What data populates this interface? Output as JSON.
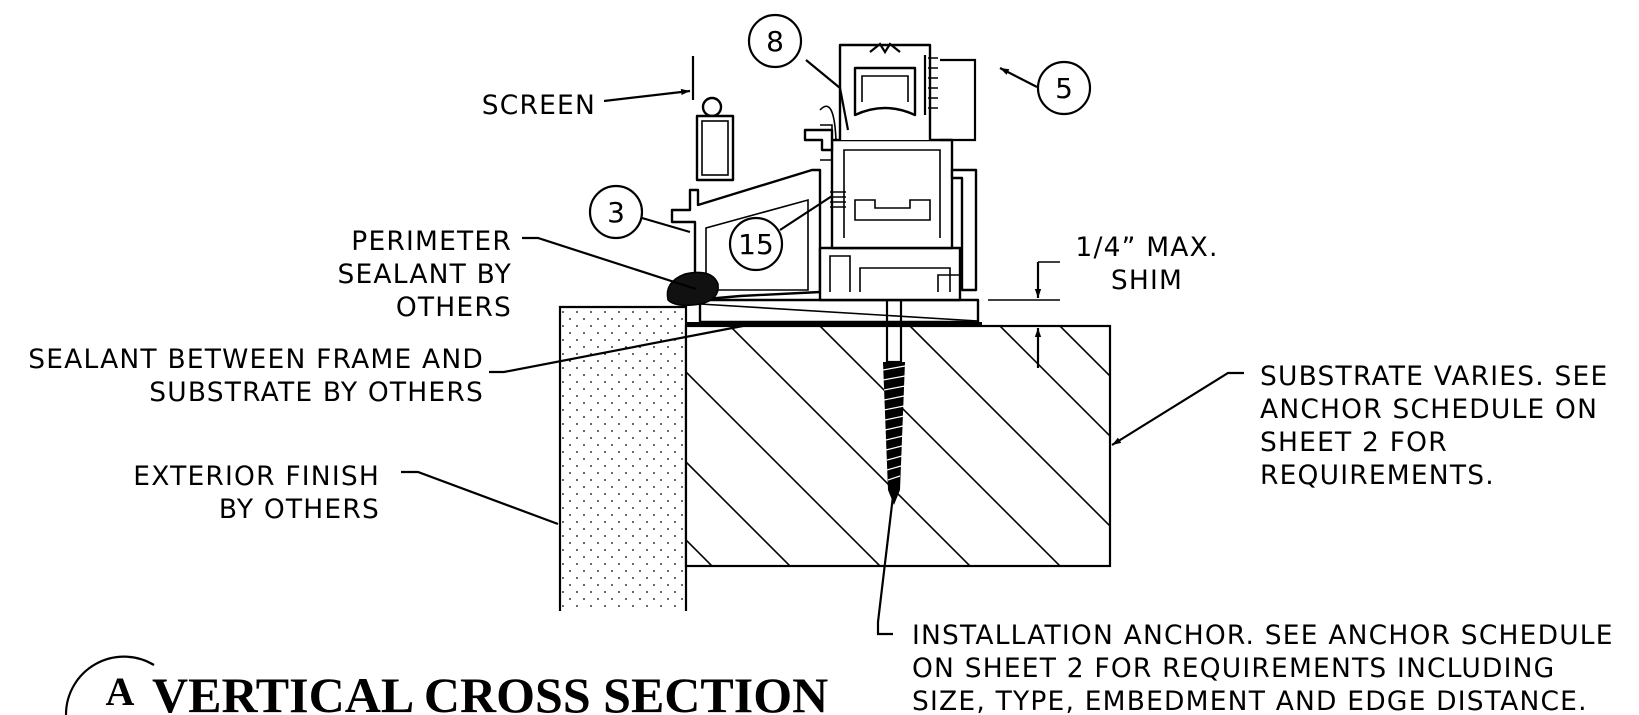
{
  "title": {
    "letter": "A",
    "text": "VERTICAL CROSS SECTION"
  },
  "callouts": {
    "c8": "8",
    "c5": "5",
    "c3": "3",
    "c15": "15"
  },
  "labels": {
    "screen": "SCREEN",
    "perimeter_sealant": [
      "PERIMETER",
      "SEALANT BY",
      "OTHERS"
    ],
    "sealant_between": [
      "SEALANT BETWEEN FRAME AND",
      "SUBSTRATE BY OTHERS"
    ],
    "exterior_finish": [
      "EXTERIOR FINISH",
      "BY OTHERS"
    ],
    "shim": [
      "1/4” MAX.",
      "SHIM"
    ],
    "substrate": [
      "SUBSTRATE VARIES. SEE",
      "ANCHOR SCHEDULE ON",
      "SHEET 2 FOR",
      "REQUIREMENTS."
    ],
    "anchor": [
      "INSTALLATION ANCHOR. SEE ANCHOR SCHEDULE",
      "ON SHEET 2 FOR REQUIREMENTS INCLUDING",
      "SIZE, TYPE, EMBEDMENT AND EDGE DISTANCE."
    ]
  }
}
